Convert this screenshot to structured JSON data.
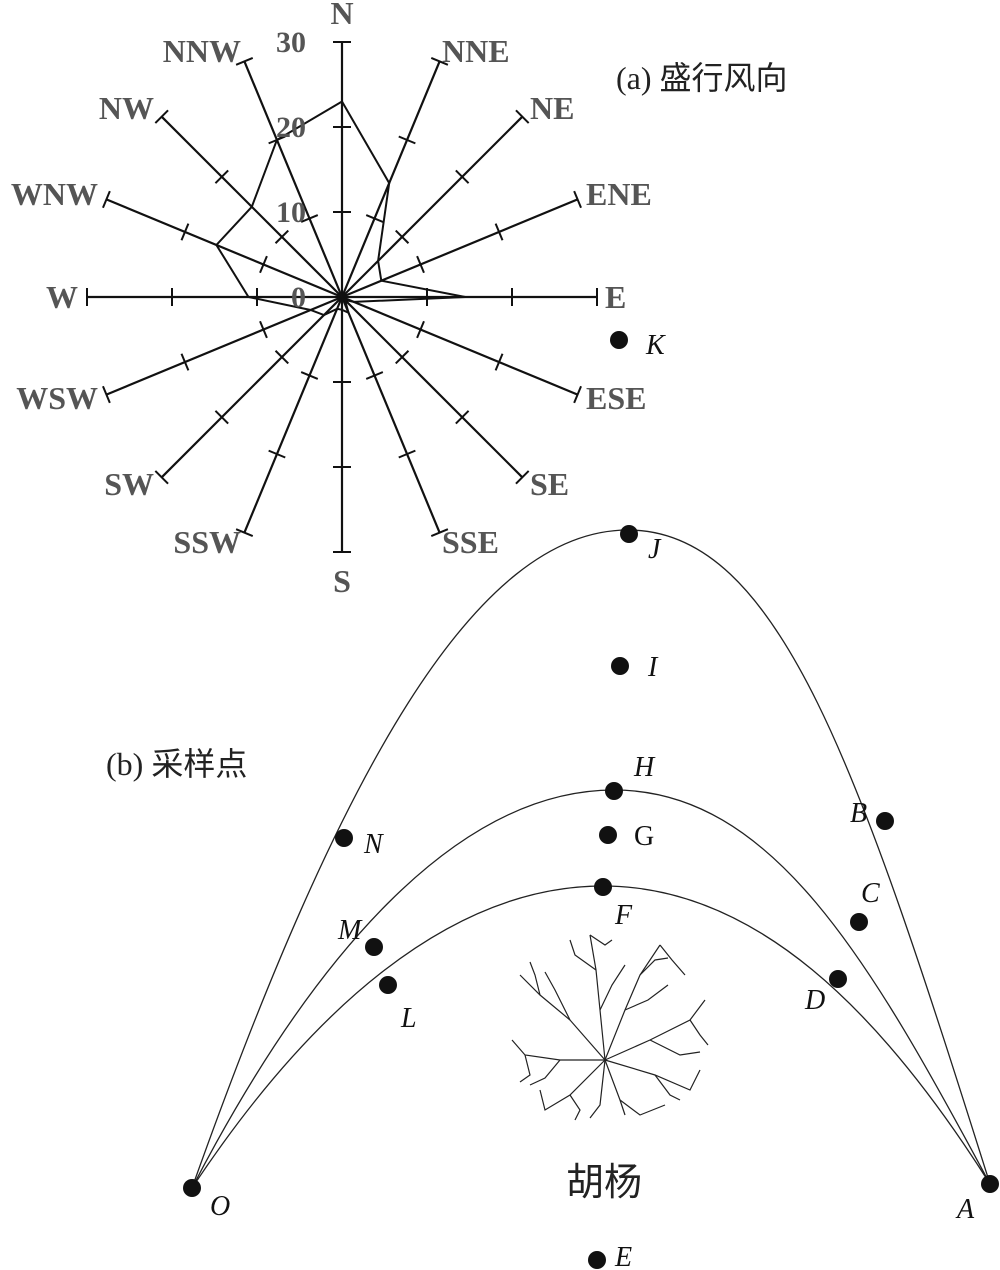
{
  "wind_rose": {
    "caption": "(a) 盛行风向",
    "directions": [
      "N",
      "NNE",
      "NE",
      "ENE",
      "E",
      "ESE",
      "SE",
      "SSE",
      "S",
      "SSW",
      "SW",
      "WSW",
      "W",
      "WNW",
      "NW",
      "NNW"
    ],
    "radial_ticks": [
      "0",
      "10",
      "20",
      "30"
    ],
    "radial_max": 30,
    "frequency": [
      23,
      14.5,
      6,
      5,
      14.5,
      1.5,
      0.5,
      2,
      1.5,
      1.5,
      3,
      4,
      11,
      16,
      15,
      20
    ]
  },
  "sampling": {
    "caption": "(b) 采样点",
    "tree_label": "胡杨",
    "points": {
      "O": "O",
      "A": "A",
      "B": "B",
      "C": "C",
      "D": "D",
      "E": "E",
      "F": "F",
      "G": "G",
      "H": "H",
      "I": "I",
      "J": "J",
      "K": "K",
      "L": "L",
      "M": "M",
      "N": "N"
    }
  },
  "colors": {
    "ink": "#111111",
    "label_gray": "#555555"
  }
}
